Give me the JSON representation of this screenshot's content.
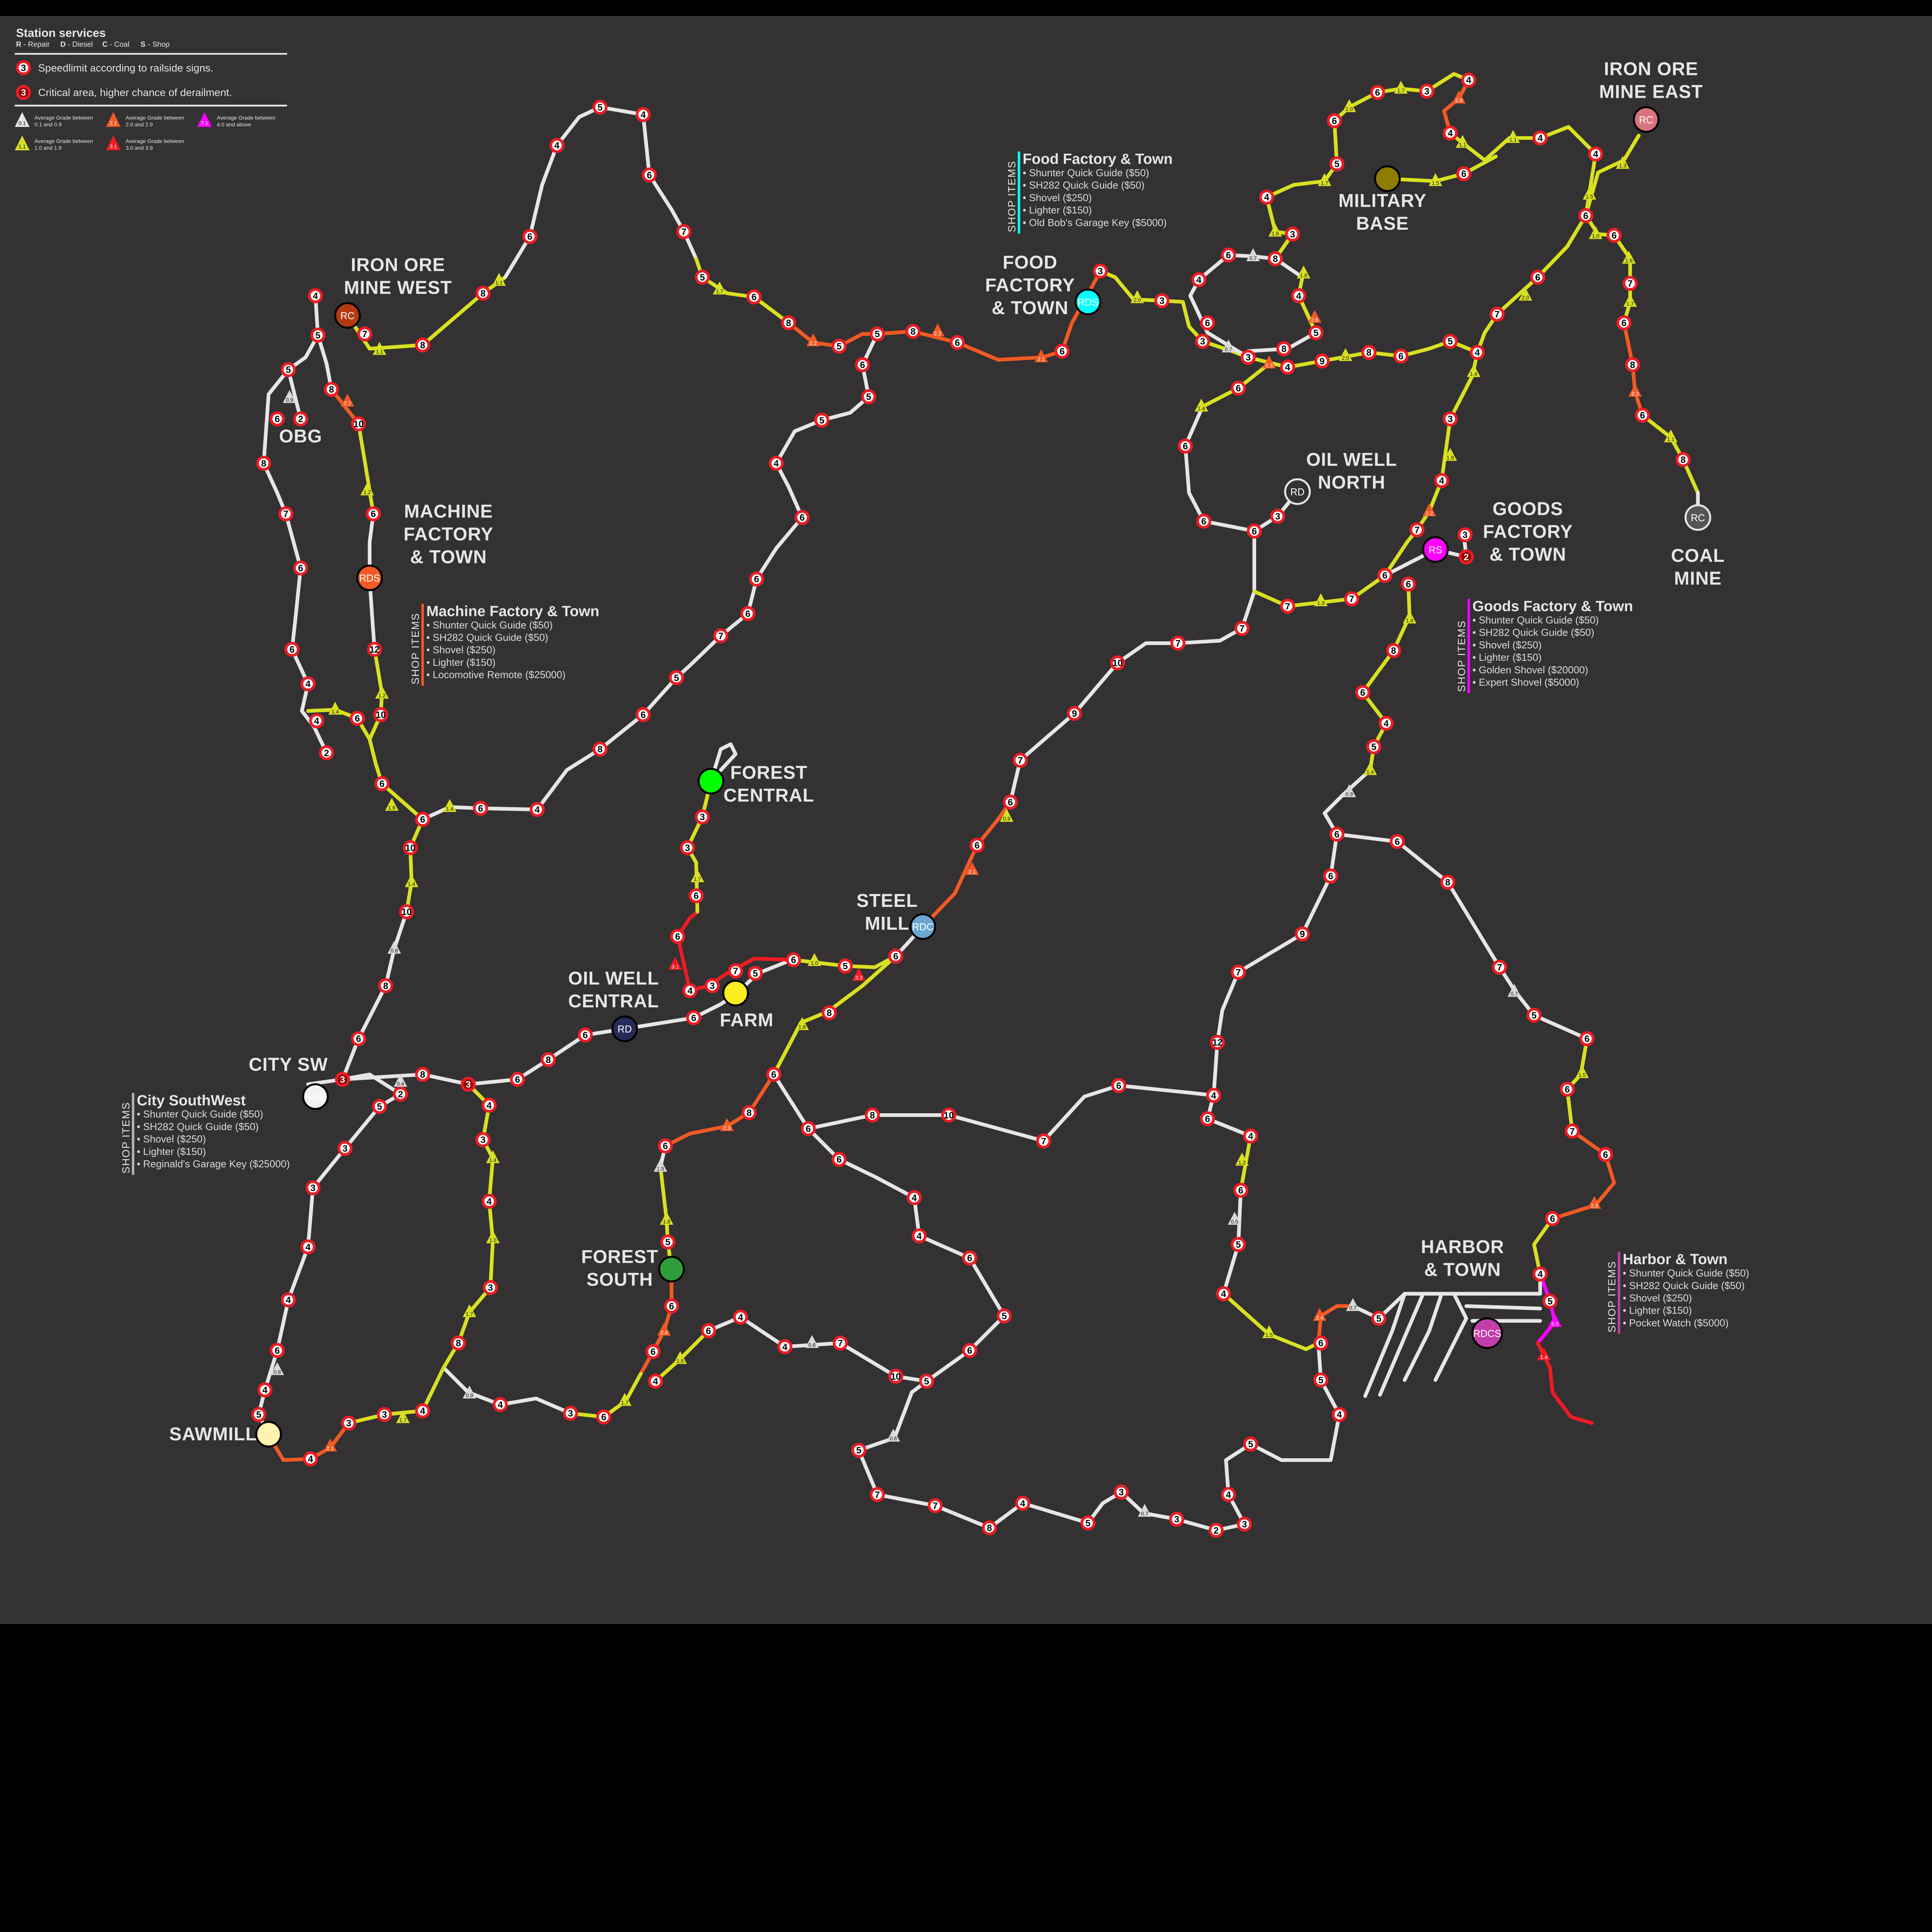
{
  "colors": {
    "white": "#e6e6e6",
    "yellow": "#d9e021",
    "orange": "#f15a24",
    "red": "#ed1c24",
    "magenta": "#ff00ff",
    "background": "#333132"
  },
  "legend": {
    "title": "Station services",
    "services": [
      {
        "key": "R",
        "label": "- Repair"
      },
      {
        "key": "D",
        "label": "- Diesel"
      },
      {
        "key": "C",
        "label": "- Coal"
      },
      {
        "key": "S",
        "label": "- Shop"
      }
    ],
    "speedlimit": {
      "sample": "3",
      "text": "Speedlimit according to railside signs."
    },
    "critical": {
      "sample": "3",
      "text": "Critical area, higher chance of derailment."
    },
    "grades": [
      {
        "sample": "0.1",
        "line1": "Average Grade between",
        "line2": "0.1 and 0.9",
        "color": "#e6e6e6"
      },
      {
        "sample": "2.1",
        "line1": "Average Grade between",
        "line2": "2.0 and 2.9",
        "color": "#f15a24"
      },
      {
        "sample": "3.1",
        "line1": "Average Grade between",
        "line2": "4.0 and above",
        "color": "#ff00ff"
      },
      {
        "sample": "1.1",
        "line1": "Average Grade between",
        "line2": "1.0 and 1.9",
        "color": "#d9e021"
      },
      {
        "sample": "3.1",
        "line1": "Average Grade between",
        "line2": "3.0 and 3.9",
        "color": "#ed1c24"
      }
    ]
  },
  "stations": [
    {
      "id": "iron-ore-mine-west",
      "label": [
        "IRON ORE",
        "MINE WEST"
      ],
      "code": "RC",
      "color": "#b33a12"
    },
    {
      "id": "machine-factory",
      "label": [
        "MACHINE",
        "FACTORY",
        "& TOWN"
      ],
      "code": "RDS",
      "color": "#f15a24"
    },
    {
      "id": "city-sw",
      "label": [
        "CITY SW"
      ],
      "code": "RDS",
      "color": "#f2f2f2"
    },
    {
      "id": "sawmill",
      "label": [
        "SAWMILL"
      ],
      "code": "",
      "color": "#fff3b0"
    },
    {
      "id": "forest-central",
      "label": [
        "FOREST",
        "CENTRAL"
      ],
      "code": "",
      "color": "#00ff00"
    },
    {
      "id": "forest-south",
      "label": [
        "FOREST",
        "SOUTH"
      ],
      "code": "",
      "color": "#2f9e3a"
    },
    {
      "id": "farm",
      "label": [
        "FARM"
      ],
      "code": "",
      "color": "#fcee21"
    },
    {
      "id": "oil-well-central",
      "label": [
        "OIL WELL",
        "CENTRAL"
      ],
      "code": "RD",
      "color": "#262b58"
    },
    {
      "id": "steel-mill",
      "label": [
        "STEEL",
        "MILL"
      ],
      "code": "RDC",
      "color": "#6aa6d2"
    },
    {
      "id": "food-factory",
      "label": [
        "FOOD",
        "FACTORY",
        "& TOWN"
      ],
      "code": "RDS",
      "color": "#00ffff"
    },
    {
      "id": "military-base",
      "label": [
        "MILITARY",
        "BASE"
      ],
      "code": "",
      "color": "#8c7d00"
    },
    {
      "id": "iron-ore-mine-east",
      "label": [
        "IRON ORE",
        "MINE EAST"
      ],
      "code": "RC",
      "color": "#d9747f"
    },
    {
      "id": "oil-well-north",
      "label": [
        "OIL WELL",
        "NORTH"
      ],
      "code": "RD",
      "color": "#333132"
    },
    {
      "id": "goods-factory",
      "label": [
        "GOODS",
        "FACTORY",
        "& TOWN"
      ],
      "code": "RS",
      "color": "#ff00ff"
    },
    {
      "id": "coal-mine",
      "label": [
        "COAL",
        "MINE"
      ],
      "code": "RC",
      "color": "#555555"
    },
    {
      "id": "harbor",
      "label": [
        "HARBOR",
        "& TOWN"
      ],
      "code": "RDCS",
      "color": "#c23ea9"
    }
  ],
  "obg_label": "OBG",
  "shops": [
    {
      "id": "food",
      "heading": "SHOP ITEMS",
      "title": "Food Factory & Town",
      "color": "#00ffff",
      "items": [
        "• Shunter Quick Guide ($50)",
        "• SH282 Quick Guide ($50)",
        "• Shovel ($250)",
        "• Lighter ($150)",
        "• Old Bob's Garage Key ($5000)"
      ]
    },
    {
      "id": "machine",
      "heading": "SHOP ITEMS",
      "title": "Machine Factory & Town",
      "color": "#f15a24",
      "items": [
        "• Shunter Quick Guide ($50)",
        "• SH282 Quick Guide ($50)",
        "• Shovel ($250)",
        "• Lighter ($150)",
        "• Locomotive Remote ($25000)"
      ]
    },
    {
      "id": "city-sw",
      "heading": "SHOP ITEMS",
      "title": "City SouthWest",
      "color": "#b3b3b3",
      "items": [
        "• Shunter Quick Guide ($50)",
        "• SH282 Quick Guide ($50)",
        "• Shovel ($250)",
        "• Lighter ($150)",
        "• Reginald's Garage Key ($25000)"
      ]
    },
    {
      "id": "goods",
      "heading": "SHOP ITEMS",
      "title": "Goods Factory & Town",
      "color": "#ff00ff",
      "items": [
        "• Shunter Quick Guide ($50)",
        "• SH282 Quick Guide ($50)",
        "• Shovel ($250)",
        "• Lighter ($150)",
        "• Golden Shovel ($20000)",
        "• Expert Shovel ($5000)"
      ]
    },
    {
      "id": "harbor",
      "heading": "SHOP ITEMS",
      "title": "Harbor & Town",
      "color": "#c23ea9",
      "items": [
        "• Shunter Quick Guide ($50)",
        "• SH282 Quick Guide ($50)",
        "• Shovel ($250)",
        "• Lighter ($150)",
        "• Pocket Watch ($5000)"
      ]
    }
  ],
  "speed_signs": [
    "5",
    "4",
    "4",
    "6",
    "8",
    "8",
    "7",
    "4",
    "5",
    "5",
    "2",
    "6",
    "8",
    "7",
    "6",
    "6",
    "4",
    "4",
    "2",
    "6",
    "8",
    "10",
    "6",
    "12",
    "10",
    "6",
    "6",
    "10",
    "10",
    "8",
    "6",
    "3",
    "8",
    "3",
    "6",
    "8",
    "6",
    "6",
    "7",
    "5",
    "3",
    "4",
    "6",
    "6",
    "3",
    "3",
    "6",
    "5",
    "6",
    "8",
    "6",
    "8",
    "6",
    "5",
    "6",
    "6",
    "4",
    "6",
    "4",
    "4",
    "7",
    "10",
    "5",
    "6",
    "5",
    "6",
    "4",
    "4",
    "6",
    "6",
    "8",
    "10",
    "7",
    "6",
    "6",
    "4",
    "4",
    "6",
    "5",
    "4",
    "6",
    "5",
    "4",
    "5",
    "5",
    "4",
    "3",
    "2",
    "3",
    "3",
    "5",
    "4",
    "8",
    "7",
    "7",
    "5",
    "6",
    "3",
    "4",
    "4",
    "3",
    "3",
    "4",
    "5",
    "4",
    "6",
    "4",
    "4",
    "3",
    "3",
    "5",
    "2",
    "4",
    "3",
    "4",
    "3",
    "8",
    "9",
    "7",
    "12",
    "6",
    "6",
    "6",
    "8",
    "7",
    "5",
    "6",
    "6",
    "7",
    "6",
    "6",
    "4",
    "5",
    "5",
    "4",
    "6",
    "8",
    "6",
    "6",
    "7",
    "7",
    "7",
    "7",
    "10",
    "9",
    "7",
    "6",
    "6",
    "6",
    "3",
    "6",
    "6",
    "6",
    "7",
    "4",
    "3",
    "4",
    "5",
    "6",
    "8",
    "9",
    "4",
    "3",
    "8",
    "3",
    "6",
    "5",
    "4",
    "8",
    "3",
    "6",
    "4",
    "3",
    "3",
    "6",
    "6",
    "8",
    "5",
    "5",
    "8",
    "6",
    "5",
    "7",
    "6",
    "6",
    "5",
    "5",
    "4",
    "6",
    "6",
    "6",
    "7",
    "5",
    "6",
    "8",
    "4",
    "6",
    "7",
    "6",
    "6",
    "4",
    "6",
    "7",
    "6",
    "8",
    "6",
    "8",
    "4",
    "6",
    "4",
    "4",
    "3",
    "6",
    "6",
    "5",
    "4",
    "3",
    "2"
  ],
  "critical_indices": [
    31,
    33,
    217
  ],
  "grade_markers": [
    {
      "v": "1.1",
      "c": "yellow"
    },
    {
      "v": "1.1",
      "c": "yellow"
    },
    {
      "v": "0.9",
      "c": "white"
    },
    {
      "v": "2.7",
      "c": "orange"
    },
    {
      "v": "1.2",
      "c": "yellow"
    },
    {
      "v": "1.2",
      "c": "yellow"
    },
    {
      "v": "1.4",
      "c": "yellow"
    },
    {
      "v": "1.6",
      "c": "yellow"
    },
    {
      "v": "1.4",
      "c": "yellow"
    },
    {
      "v": "1.4",
      "c": "yellow"
    },
    {
      "v": "0.8",
      "c": "white"
    },
    {
      "v": "1.7",
      "c": "yellow"
    },
    {
      "v": "2.2",
      "c": "orange"
    },
    {
      "v": "2.2",
      "c": "orange"
    },
    {
      "v": "2.1",
      "c": "orange"
    },
    {
      "v": "2.0",
      "c": "yellow"
    },
    {
      "v": "0.7",
      "c": "white"
    },
    {
      "v": "1.6",
      "c": "yellow"
    },
    {
      "v": "1.8",
      "c": "yellow"
    },
    {
      "v": "2.6",
      "c": "orange"
    },
    {
      "v": "2.3",
      "c": "orange"
    },
    {
      "v": "0.7",
      "c": "white"
    },
    {
      "v": "1.4",
      "c": "yellow"
    },
    {
      "v": "2.0",
      "c": "yellow"
    },
    {
      "v": "1.4",
      "c": "yellow"
    },
    {
      "v": "1.9",
      "c": "yellow"
    },
    {
      "v": "2.2",
      "c": "orange"
    },
    {
      "v": "1.3",
      "c": "yellow"
    },
    {
      "v": "1.4",
      "c": "yellow"
    },
    {
      "v": "1.4",
      "c": "yellow"
    },
    {
      "v": "0.9",
      "c": "white"
    },
    {
      "v": "0.9",
      "c": "yellow"
    },
    {
      "v": "2.1",
      "c": "orange"
    },
    {
      "v": "1.0",
      "c": "yellow"
    },
    {
      "v": "3.3",
      "c": "red"
    },
    {
      "v": "1.8",
      "c": "yellow"
    },
    {
      "v": "3.1",
      "c": "red"
    },
    {
      "v": "1.7",
      "c": "yellow"
    },
    {
      "v": "2.3",
      "c": "orange"
    },
    {
      "v": "1.5",
      "c": "white"
    },
    {
      "v": "1.8",
      "c": "yellow"
    },
    {
      "v": "2.4",
      "c": "orange"
    },
    {
      "v": "1.5",
      "c": "yellow"
    },
    {
      "v": "1.7",
      "c": "yellow"
    },
    {
      "v": "0.6",
      "c": "white"
    },
    {
      "v": "0.6",
      "c": "white"
    },
    {
      "v": "0.7",
      "c": "white"
    },
    {
      "v": "0.9",
      "c": "white"
    },
    {
      "v": "1.7",
      "c": "yellow"
    },
    {
      "v": "1.0",
      "c": "yellow"
    },
    {
      "v": "1.4",
      "c": "yellow"
    },
    {
      "v": "0.8",
      "c": "white"
    },
    {
      "v": "2.1",
      "c": "orange"
    },
    {
      "v": "1.7",
      "c": "yellow"
    },
    {
      "v": "0.4",
      "c": "white"
    },
    {
      "v": "1.2",
      "c": "yellow"
    },
    {
      "v": "0.5",
      "c": "white"
    },
    {
      "v": "1.5",
      "c": "yellow"
    },
    {
      "v": "2.4",
      "c": "orange"
    },
    {
      "v": "0.7",
      "c": "white"
    },
    {
      "v": "0.7",
      "c": "white"
    },
    {
      "v": "1.5",
      "c": "yellow"
    },
    {
      "v": "2.3",
      "c": "orange"
    },
    {
      "v": "5.5",
      "c": "magenta"
    },
    {
      "v": "1.4",
      "c": "red"
    },
    {
      "v": "1.0",
      "c": "yellow"
    },
    {
      "v": "1.7",
      "c": "yellow"
    },
    {
      "v": "2.6",
      "c": "orange"
    },
    {
      "v": "1.1",
      "c": "yellow"
    },
    {
      "v": "1.1",
      "c": "yellow"
    },
    {
      "v": "1.3",
      "c": "yellow"
    },
    {
      "v": "1.5",
      "c": "yellow"
    },
    {
      "v": "1.0",
      "c": "yellow"
    },
    {
      "v": "2.0",
      "c": "yellow"
    },
    {
      "v": "1.7",
      "c": "yellow"
    },
    {
      "v": "1.5",
      "c": "yellow"
    },
    {
      "v": "1.8",
      "c": "yellow"
    },
    {
      "v": "1.7",
      "c": "yellow"
    },
    {
      "v": "2.3",
      "c": "orange"
    },
    {
      "v": "1.1",
      "c": "yellow"
    }
  ]
}
